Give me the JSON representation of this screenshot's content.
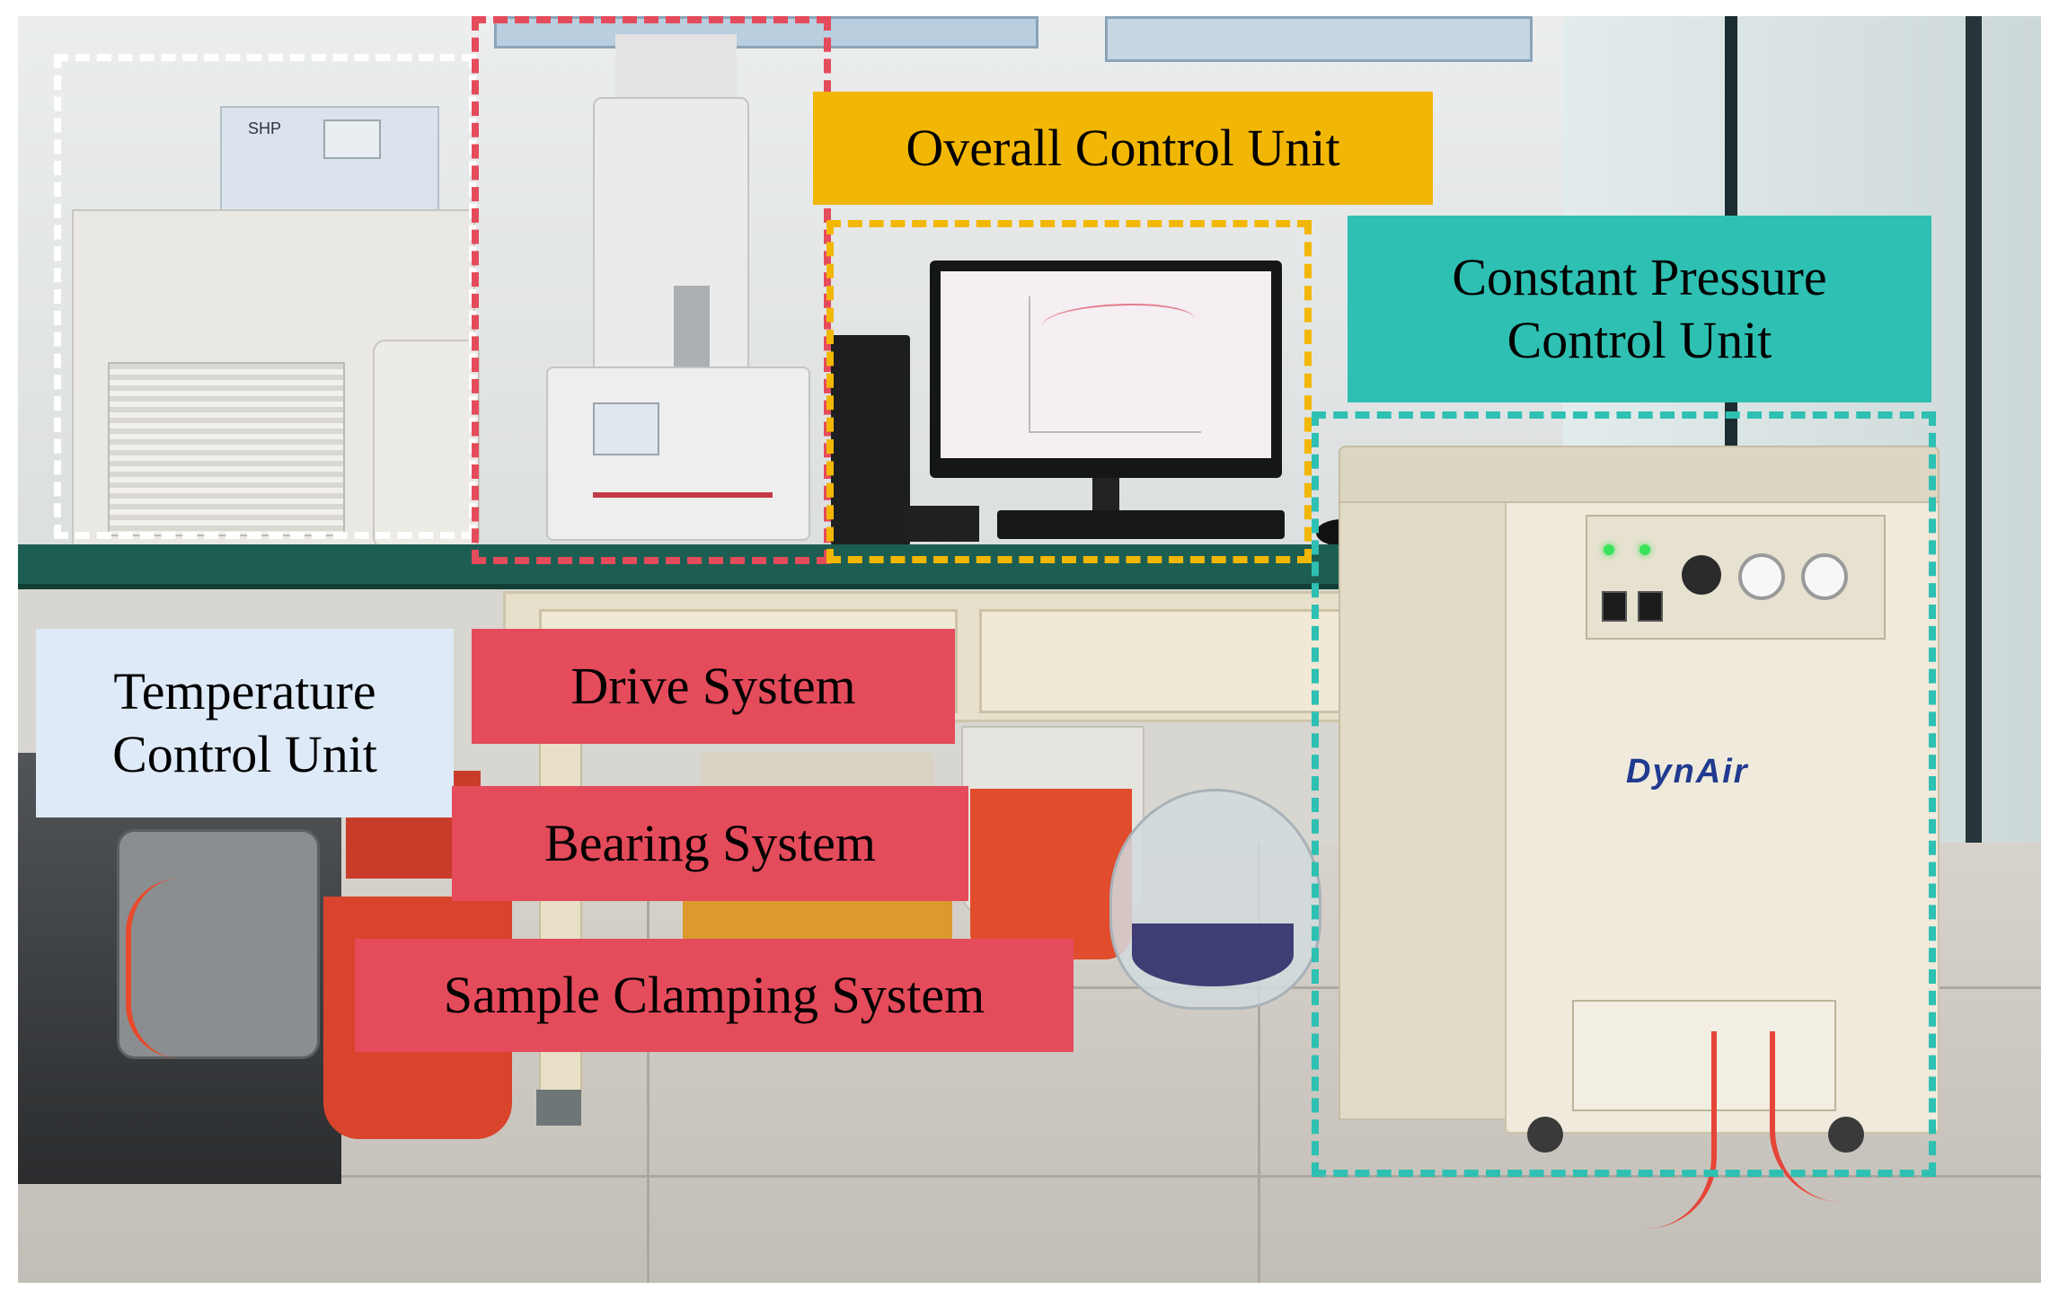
{
  "labels": {
    "overall_control_unit": "Overall Control Unit",
    "constant_pressure_control_unit": "Constant Pressure\nControl Unit",
    "temperature_control_unit": "Temperature\nControl Unit",
    "drive_system": "Drive System",
    "bearing_system": "Bearing System",
    "sample_clamping_system": "Sample Clamping System"
  },
  "equipment_text": {
    "compressor_brand": "DynAir",
    "chiller_badge": "SHP"
  },
  "colors": {
    "overall_control_unit": "#f2b705",
    "constant_pressure_control_unit": "#2ec0b2",
    "temperature_control_unit_label": "#deeaf7",
    "temperature_control_unit_outline": "#ffffff",
    "drive_bearing_clamping": "#e44b5b"
  }
}
